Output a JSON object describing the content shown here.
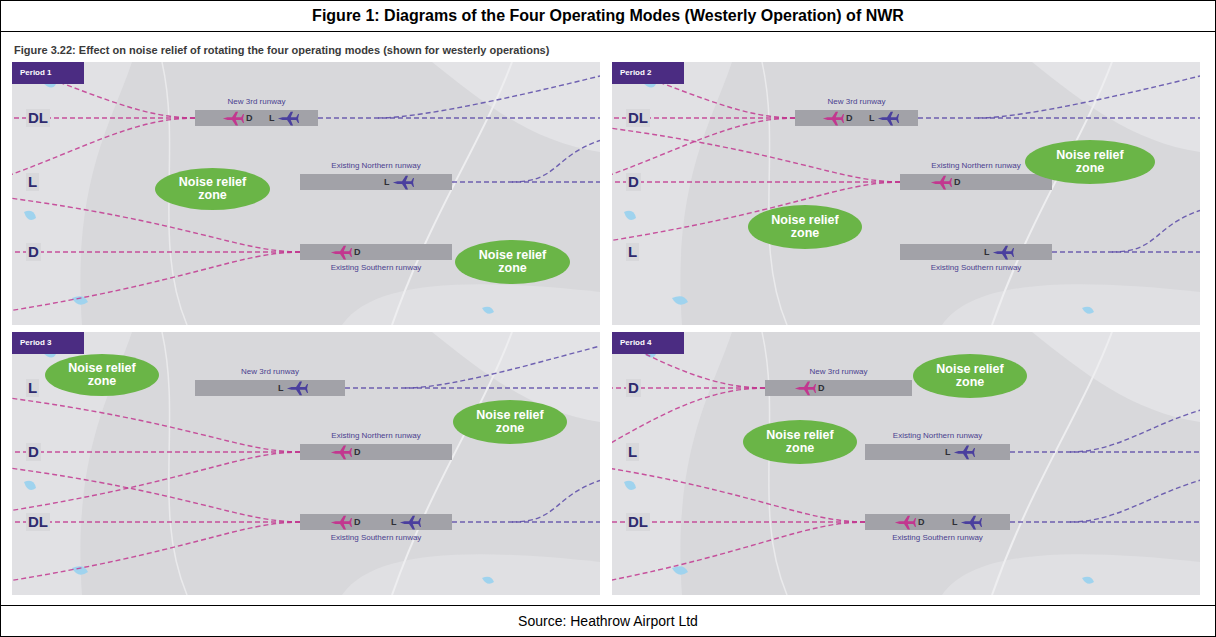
{
  "diagram": {
    "title": "Figure 1: Diagrams of the Four Operating Modes (Westerly Operation) of NWR",
    "caption": "Source: Heathrow Airport Ltd",
    "nodes": [
      {
        "text": [
          "Period 1"
        ]
      },
      {
        "text": [
          "New 3rd runway",
          "D",
          "L"
        ],
        "in": 0
      },
      {
        "text": [
          "Existing Northern runway",
          "L"
        ],
        "in": 0
      },
      {
        "text": [
          "Existing Southern runway",
          "D"
        ],
        "in": 0
      },
      {
        "text": [
          "Noise relief zone"
        ],
        "in": 0
      },
      {
        "text": [
          "Noise relief zone"
        ],
        "in": 0
      },
      {
        "text": [
          "Period 2"
        ]
      },
      {
        "text": [
          "New 3rd runway",
          "D",
          "L"
        ],
        "in": 6
      },
      {
        "text": [
          "Existing Northern runway",
          "D"
        ],
        "in": 6
      },
      {
        "text": [
          "Existing Southern runway",
          "L"
        ],
        "in": 6
      },
      {
        "text": [
          "Noise relief zone"
        ],
        "in": 6
      },
      {
        "text": [
          "Noise relief zone"
        ],
        "in": 6
      },
      {
        "text": [
          "Period 3"
        ]
      },
      {
        "text": [
          "New 3rd runway",
          "L"
        ],
        "in": 12
      },
      {
        "text": [
          "Existing Northern runway",
          "D"
        ],
        "in": 12
      },
      {
        "text": [
          "Existing Southern runway",
          "D",
          "L"
        ],
        "in": 12
      },
      {
        "text": [
          "Noise relief zone"
        ],
        "in": 12
      },
      {
        "text": [
          "Noise relief zone"
        ],
        "in": 12
      },
      {
        "text": [
          "Period 4"
        ]
      },
      {
        "text": [
          "New 3rd runway",
          "D"
        ],
        "in": 18
      },
      {
        "text": [
          "Existing Northern runway",
          "L"
        ],
        "in": 18
      },
      {
        "text": [
          "Existing Southern runway",
          "D",
          "L"
        ],
        "in": 18
      },
      {
        "text": [
          "Noise relief zone"
        ],
        "in": 18
      },
      {
        "text": [
          "Noise relief zone"
        ],
        "in": 18
      }
    ],
    "labels": [
      "Figure 3.22: Effect on noise relief of rotating the four operating modes (shown for westerly operations)",
      "DL",
      "L",
      "D",
      "DL",
      "D",
      "L",
      "L",
      "D",
      "DL",
      "D",
      "L",
      "DL"
    ]
  }
}
